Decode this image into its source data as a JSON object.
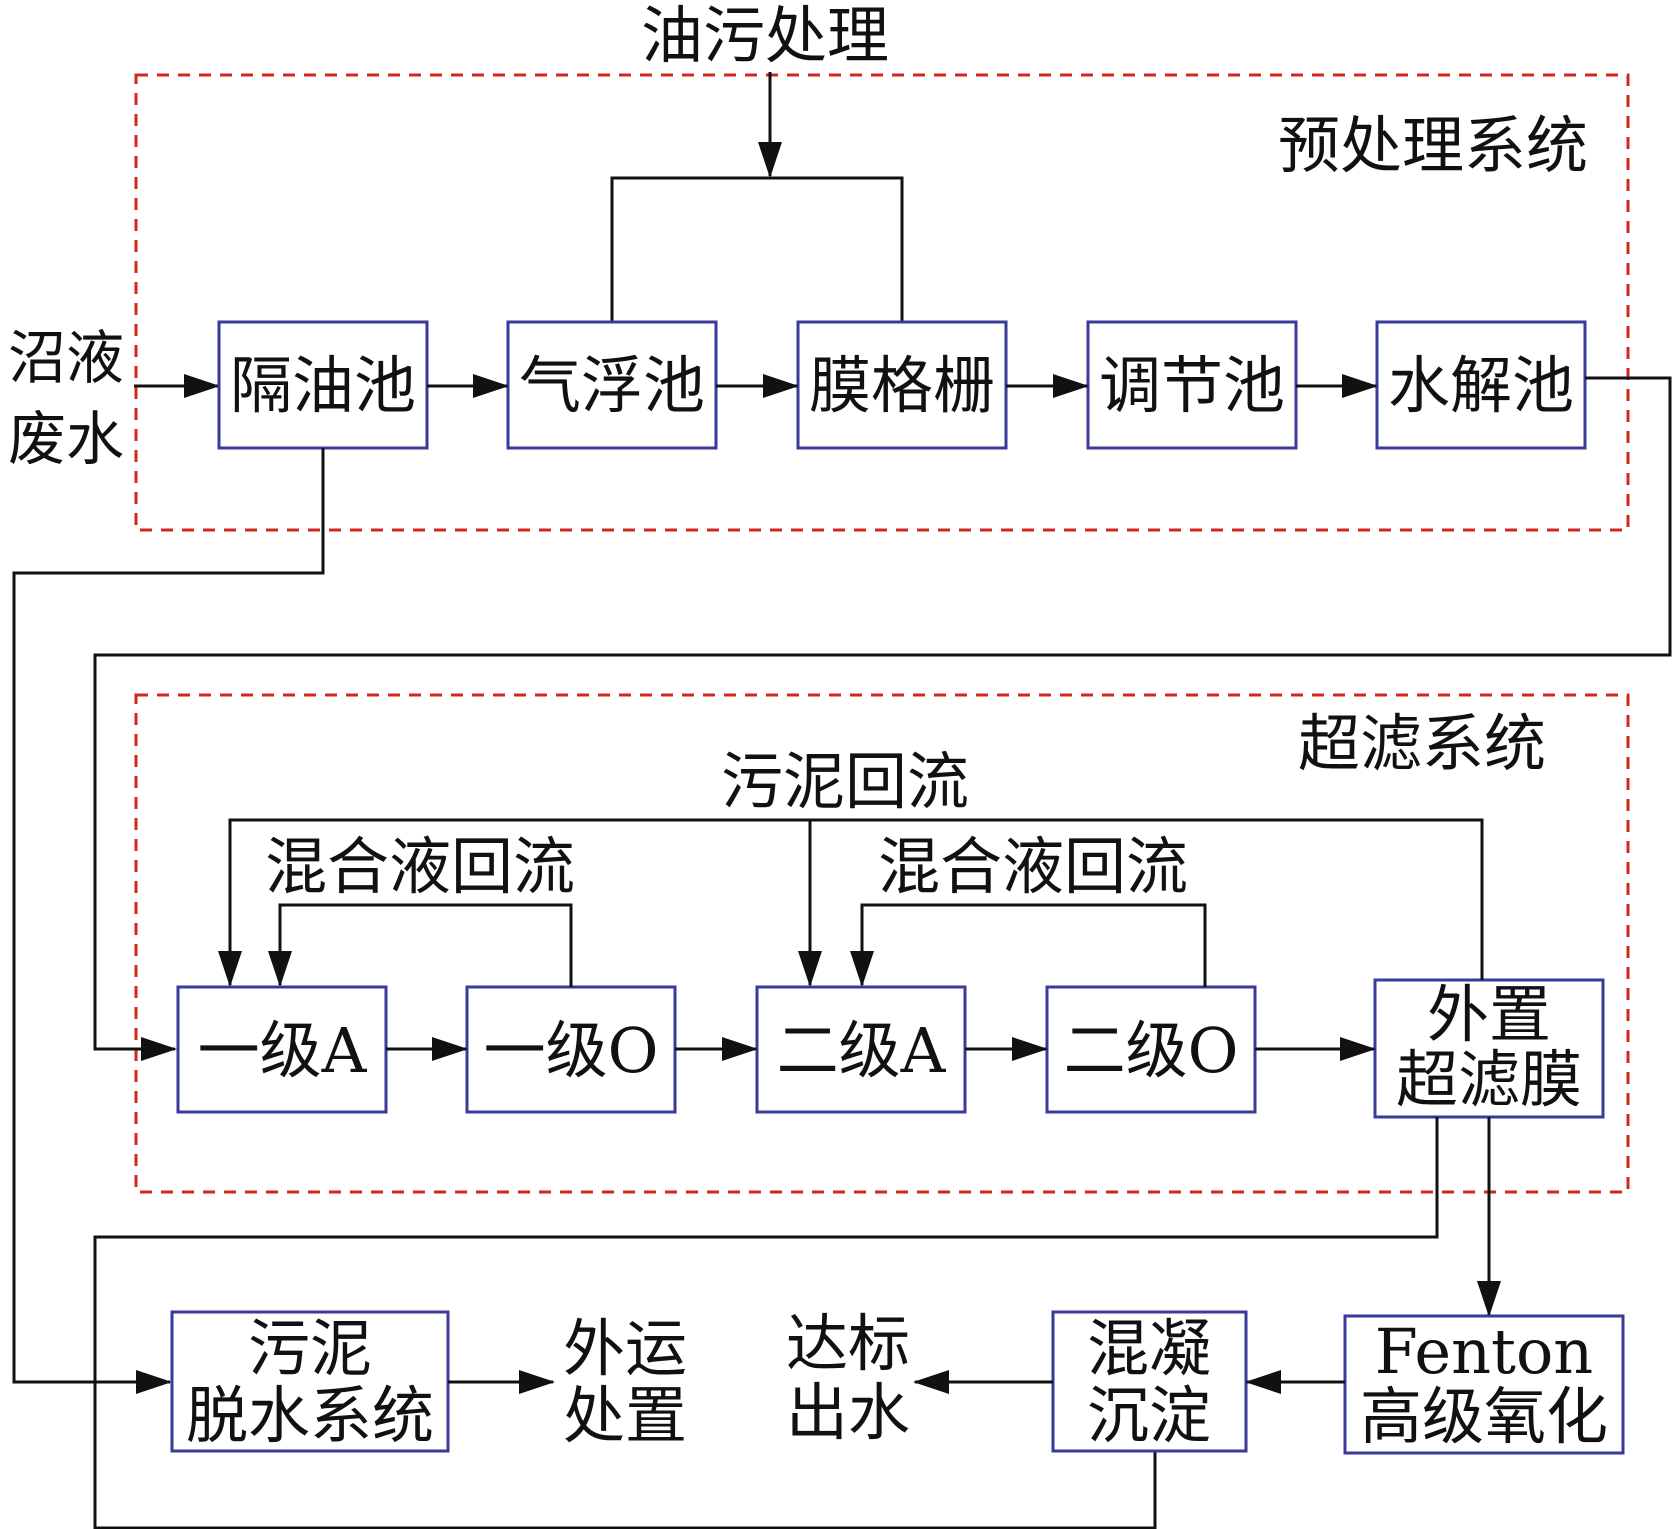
{
  "inputs": {
    "oil_treatment": "油污处理",
    "wastewater": [
      "沼液",
      "废水"
    ]
  },
  "systems": {
    "pretreatment": "预处理系统",
    "ultrafiltration": "超滤系统"
  },
  "pretreatment_units": {
    "oil_separator": "隔油池",
    "air_flotation": "气浮池",
    "membrane_grid": "膜格栅",
    "equalization": "调节池",
    "hydrolysis": "水解池"
  },
  "uf_units": {
    "a1": "一级A",
    "o1": "一级O",
    "a2": "二级A",
    "o2": "二级O",
    "uf_membrane": [
      "外置",
      "超滤膜"
    ]
  },
  "recirculation": {
    "sludge_return": "污泥回流",
    "mixed_liquor_1": "混合液回流",
    "mixed_liquor_2": "混合液回流"
  },
  "post_units": {
    "fenton": [
      "Fenton",
      "高级氧化"
    ],
    "coag": [
      "混凝",
      "沉淀"
    ],
    "discharge": [
      "达标",
      "出水"
    ],
    "sludge_dewatering": [
      "污泥",
      "脱水系统"
    ],
    "external_disposal": [
      "外运",
      "处置"
    ]
  },
  "colors": {
    "box_stroke": "#3a3a9a",
    "dashed_frame": "#d0281e",
    "line": "#111111"
  }
}
